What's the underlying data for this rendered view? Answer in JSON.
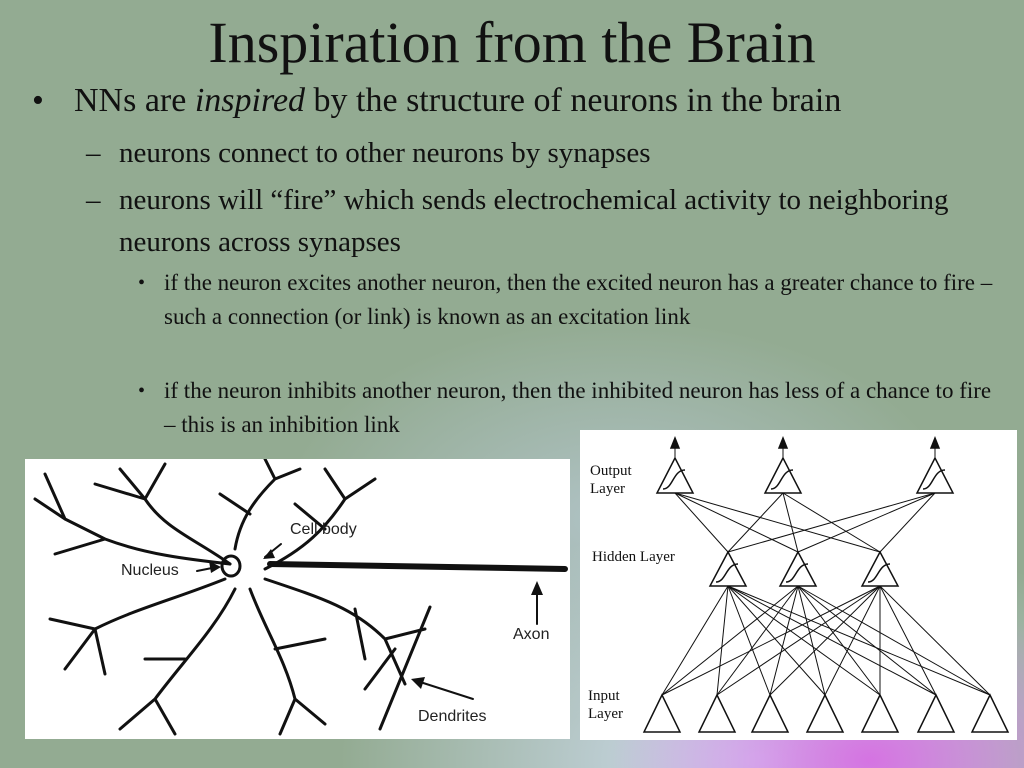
{
  "slide": {
    "title": "Inspiration from the Brain",
    "bullet1": {
      "prefix": "NNs are ",
      "emphasis": "inspired",
      "suffix": " by the structure of neurons in the brain"
    },
    "sub1": "neurons connect to other neurons by synapses",
    "sub2": "neurons will “fire” which sends electrochemical activity to neighboring neurons across synapses",
    "subsub1": "if the neuron excites another neuron, then the excited neuron has a greater chance to fire – such a connection (or link) is known as an excitation link",
    "subsub2": "if the neuron inhibits another neuron, then the inhibited neuron has less of a chance to fire – this is an inhibition link",
    "bullet_mark": "•",
    "dash_mark": "–"
  },
  "neuron_figure": {
    "cell_body": "Cell body",
    "nucleus": "Nucleus",
    "axon": "Axon",
    "dendrites": "Dendrites"
  },
  "network_figure": {
    "output_layer": [
      "Output",
      "Layer"
    ],
    "hidden_layer": "Hidden Layer",
    "input_layer": [
      "Input",
      "Layer"
    ]
  },
  "colors": {
    "background": "#93ab92",
    "glow_pink": "#d66ee2",
    "glow_blue": "#d6e2fa"
  }
}
